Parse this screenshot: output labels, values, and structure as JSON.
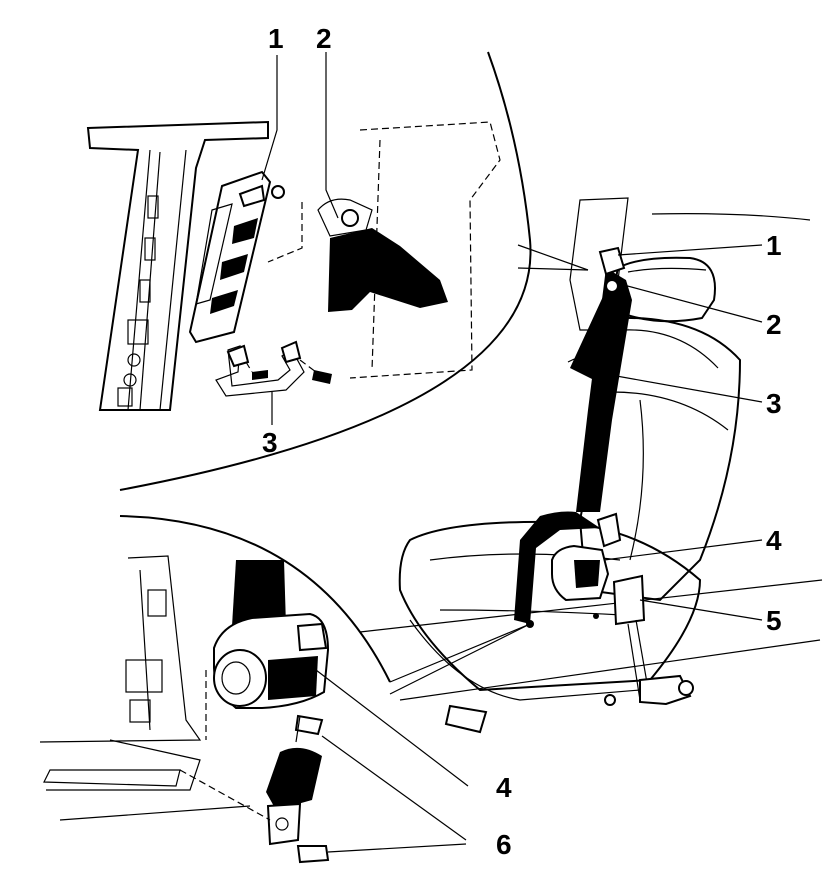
{
  "callouts": {
    "detail_top": {
      "c1": "1",
      "c2": "2",
      "c3": "3"
    },
    "main": {
      "c1": "1",
      "c2": "2",
      "c3": "3",
      "c4": "4",
      "c5": "5"
    },
    "detail_bottom": {
      "c4": "4",
      "c6": "6"
    }
  },
  "icons": {
    "retractor": "seat-belt-retractor-icon",
    "buckle": "seat-belt-buckle-icon",
    "bolt": "bolt-icon"
  },
  "colors": {
    "line": "#000000",
    "background": "#ffffff"
  }
}
